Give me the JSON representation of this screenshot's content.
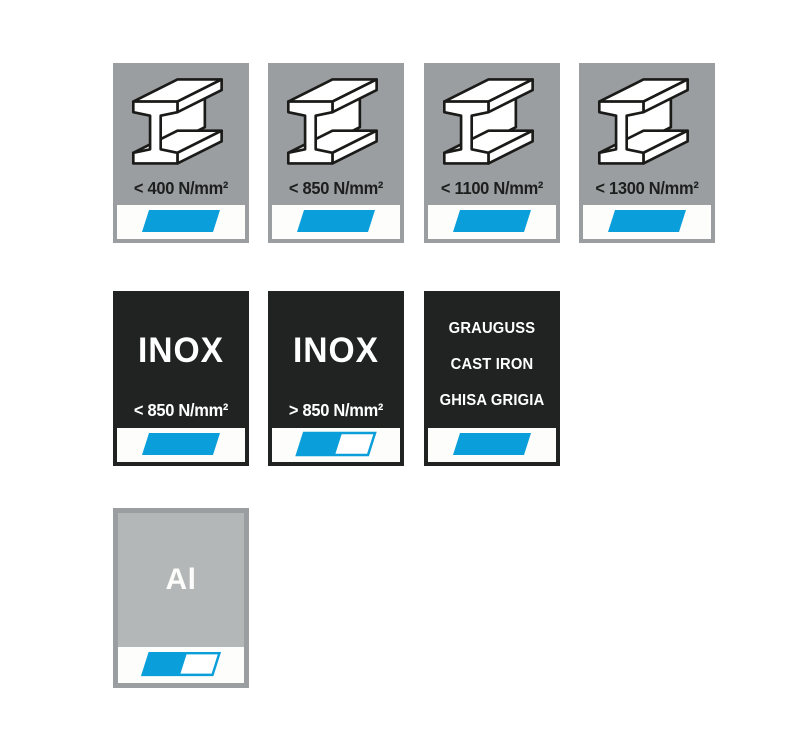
{
  "colors": {
    "tile_gray": "#9b9ea1",
    "tile_black": "#212322",
    "aluminium_fill": "#b4b7b8",
    "marker_blue": "#0a9eda",
    "strip_white": "#fdfdfb",
    "label_dark": "#1d1f1e",
    "label_light": "#ffffff"
  },
  "tiles": [
    {
      "kind": "steel-beam",
      "label": "< 400 N/mm²",
      "marker": "full"
    },
    {
      "kind": "steel-beam",
      "label": "< 850 N/mm²",
      "marker": "full"
    },
    {
      "kind": "steel-beam",
      "label": "< 1100 N/mm²",
      "marker": "full"
    },
    {
      "kind": "steel-beam",
      "label": "< 1300 N/mm²",
      "marker": "full"
    },
    {
      "kind": "inox",
      "title": "INOX",
      "label": "< 850 N/mm²",
      "marker": "full"
    },
    {
      "kind": "inox",
      "title": "INOX",
      "label": "> 850 N/mm²",
      "marker": "half"
    },
    {
      "kind": "cast-iron",
      "lines": [
        "GRAUGUSS",
        "CAST IRON",
        "GHISA GRIGIA"
      ],
      "marker": "full"
    },
    {
      "kind": "aluminium",
      "title": "Al",
      "marker": "half"
    }
  ]
}
